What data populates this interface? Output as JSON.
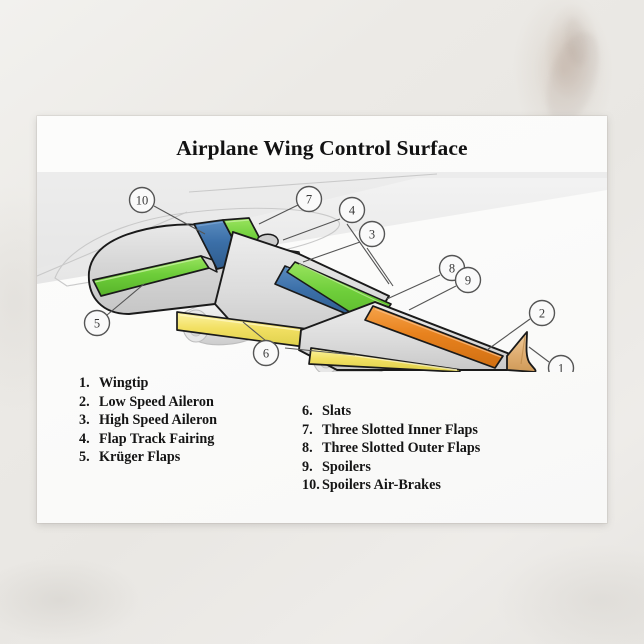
{
  "card": {
    "title": "Airplane Wing Control Surface"
  },
  "legend": {
    "left_column": [
      {
        "num": "1.",
        "label": "Wingtip"
      },
      {
        "num": "2.",
        "label": "Low Speed Aileron"
      },
      {
        "num": "3.",
        "label": "High Speed Aileron"
      },
      {
        "num": "4.",
        "label": "Flap Track Fairing"
      },
      {
        "num": "5.",
        "label": "Krüger Flaps"
      }
    ],
    "right_column": [
      {
        "num": "6.",
        "label": "Slats"
      },
      {
        "num": "7.",
        "label": "Three Slotted Inner Flaps"
      },
      {
        "num": "8.",
        "label": "Three Slotted Outer Flaps"
      },
      {
        "num": "9.",
        "label": "Spoilers"
      },
      {
        "num": "10.",
        "label": "Spoilers Air-Brakes"
      }
    ]
  },
  "callouts": [
    {
      "id": "callout-1",
      "text": "1"
    },
    {
      "id": "callout-2",
      "text": "2"
    },
    {
      "id": "callout-3",
      "text": "3"
    },
    {
      "id": "callout-4",
      "text": "4"
    },
    {
      "id": "callout-5",
      "text": "5"
    },
    {
      "id": "callout-6",
      "text": "6"
    },
    {
      "id": "callout-7",
      "text": "7"
    },
    {
      "id": "callout-8",
      "text": "8"
    },
    {
      "id": "callout-9",
      "text": "9"
    },
    {
      "id": "callout-10",
      "text": "10"
    }
  ],
  "colors": {
    "background": "#eceae6",
    "card": "#fbfbfa",
    "title_text": "#121212",
    "legend_text": "#151515",
    "wing_body": "#d3d3d3",
    "kruger_green": "#6ECE3A",
    "spoiler_blue": "#3B6FA8",
    "slat_yellow": "#F2E063",
    "aileron_orange": "#E8821E",
    "wingtip_tan": "#E0AE72",
    "outline": "#1a1a1a",
    "callout_stroke": "#555555",
    "leader_line": "#555555"
  }
}
